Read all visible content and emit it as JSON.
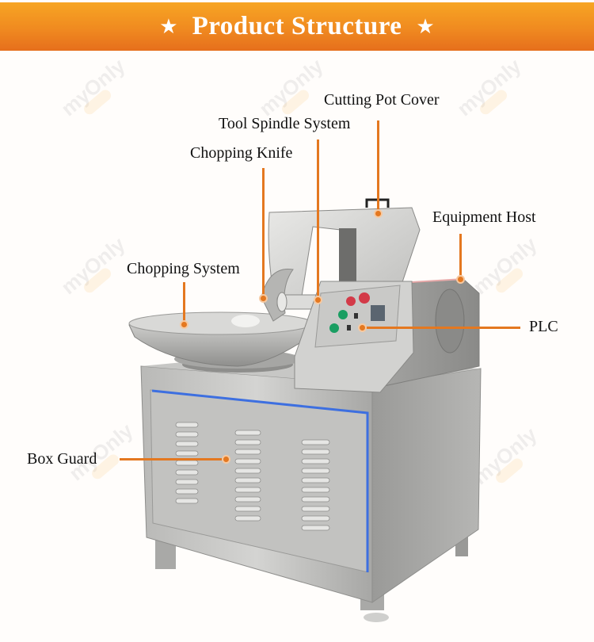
{
  "header": {
    "title": "Product Structure",
    "star_left": "★",
    "star_right": "★",
    "gradient_top": "#f7a523",
    "gradient_bottom": "#e66f1c"
  },
  "watermark": "myOnly",
  "accent_color": "#e47820",
  "callouts": [
    {
      "id": "cutting-pot-cover",
      "label": "Cutting Pot Cover"
    },
    {
      "id": "tool-spindle-system",
      "label": "Tool Spindle System"
    },
    {
      "id": "chopping-knife",
      "label": "Chopping Knife"
    },
    {
      "id": "equipment-host",
      "label": "Equipment Host"
    },
    {
      "id": "chopping-system",
      "label": "Chopping System"
    },
    {
      "id": "plc",
      "label": "PLC"
    },
    {
      "id": "box-guard",
      "label": "Box Guard"
    }
  ]
}
